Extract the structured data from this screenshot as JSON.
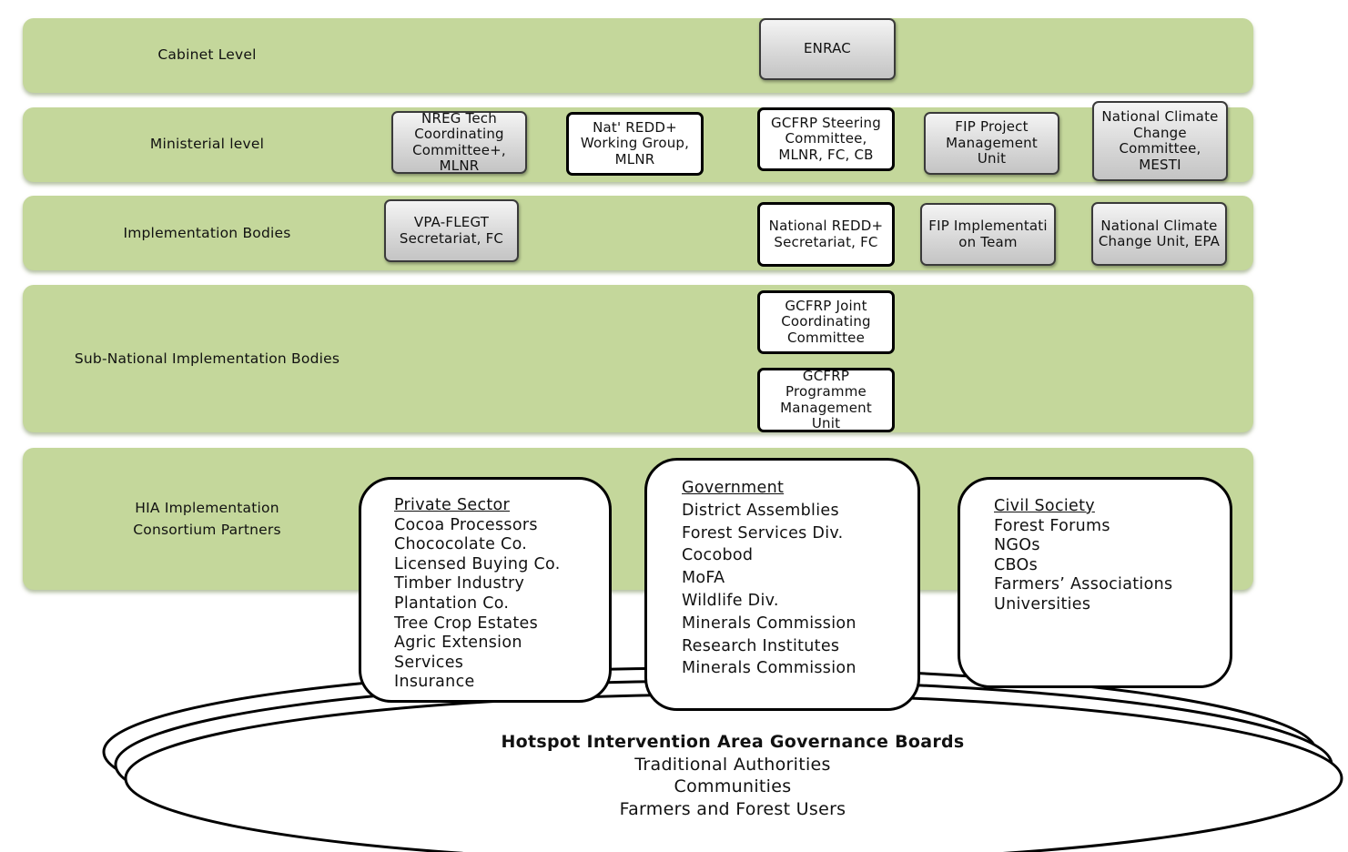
{
  "levels": {
    "cabinet": "Cabinet Level",
    "ministerial": "Ministerial level",
    "implementation": "Implementation Bodies",
    "subnational": "Sub-National Implementation Bodies",
    "hia_line1": "HIA Implementation",
    "hia_line2": "Consortium Partners"
  },
  "boxes": {
    "enrac": "ENRAC",
    "nreg": "NREG Tech Coordinating Committee+, MLNR",
    "redd_wg": "Nat' REDD+ Working Group, MLNR",
    "gcfrp_steering": "GCFRP Steering Committee, MLNR, FC, CB",
    "fip_pmu": "FIP Project Management Unit",
    "nccc": "National Climate Change Committee, MESTI",
    "vpa": "VPA-FLEGT Secretariat, FC",
    "redd_sec": "National REDD+ Secretariat, FC",
    "fip_team": "FIP Implementati on Team",
    "nccu": "National Climate Change Unit, EPA",
    "gcfrp_joint": "GCFRP Joint Coordinating Committee",
    "gcfrp_pmu": "GCFRP Programme Management Unit"
  },
  "partners": {
    "private": {
      "heading": "Private Sector",
      "items": [
        "Cocoa Processors",
        "Chococolate Co.",
        "Licensed Buying Co.",
        "Timber Industry",
        "Plantation Co.",
        "Tree Crop Estates",
        "Agric Extension",
        "Services",
        "Insurance"
      ]
    },
    "government": {
      "heading": "Government",
      "items": [
        "District Assemblies",
        "Forest Services Div.",
        "Cocobod",
        "MoFA",
        "Wildlife Div.",
        "Minerals Commission",
        "Research Institutes",
        "Minerals Commission"
      ]
    },
    "civil": {
      "heading": "Civil Society",
      "items": [
        "Forest Forums",
        "NGOs",
        "CBOs",
        "Farmers’ Associations",
        "Universities"
      ]
    }
  },
  "governance": {
    "title": "Hotspot Intervention Area Governance Boards",
    "lines": [
      "Traditional Authorities",
      "Communities",
      "Farmers and Forest Users"
    ]
  }
}
